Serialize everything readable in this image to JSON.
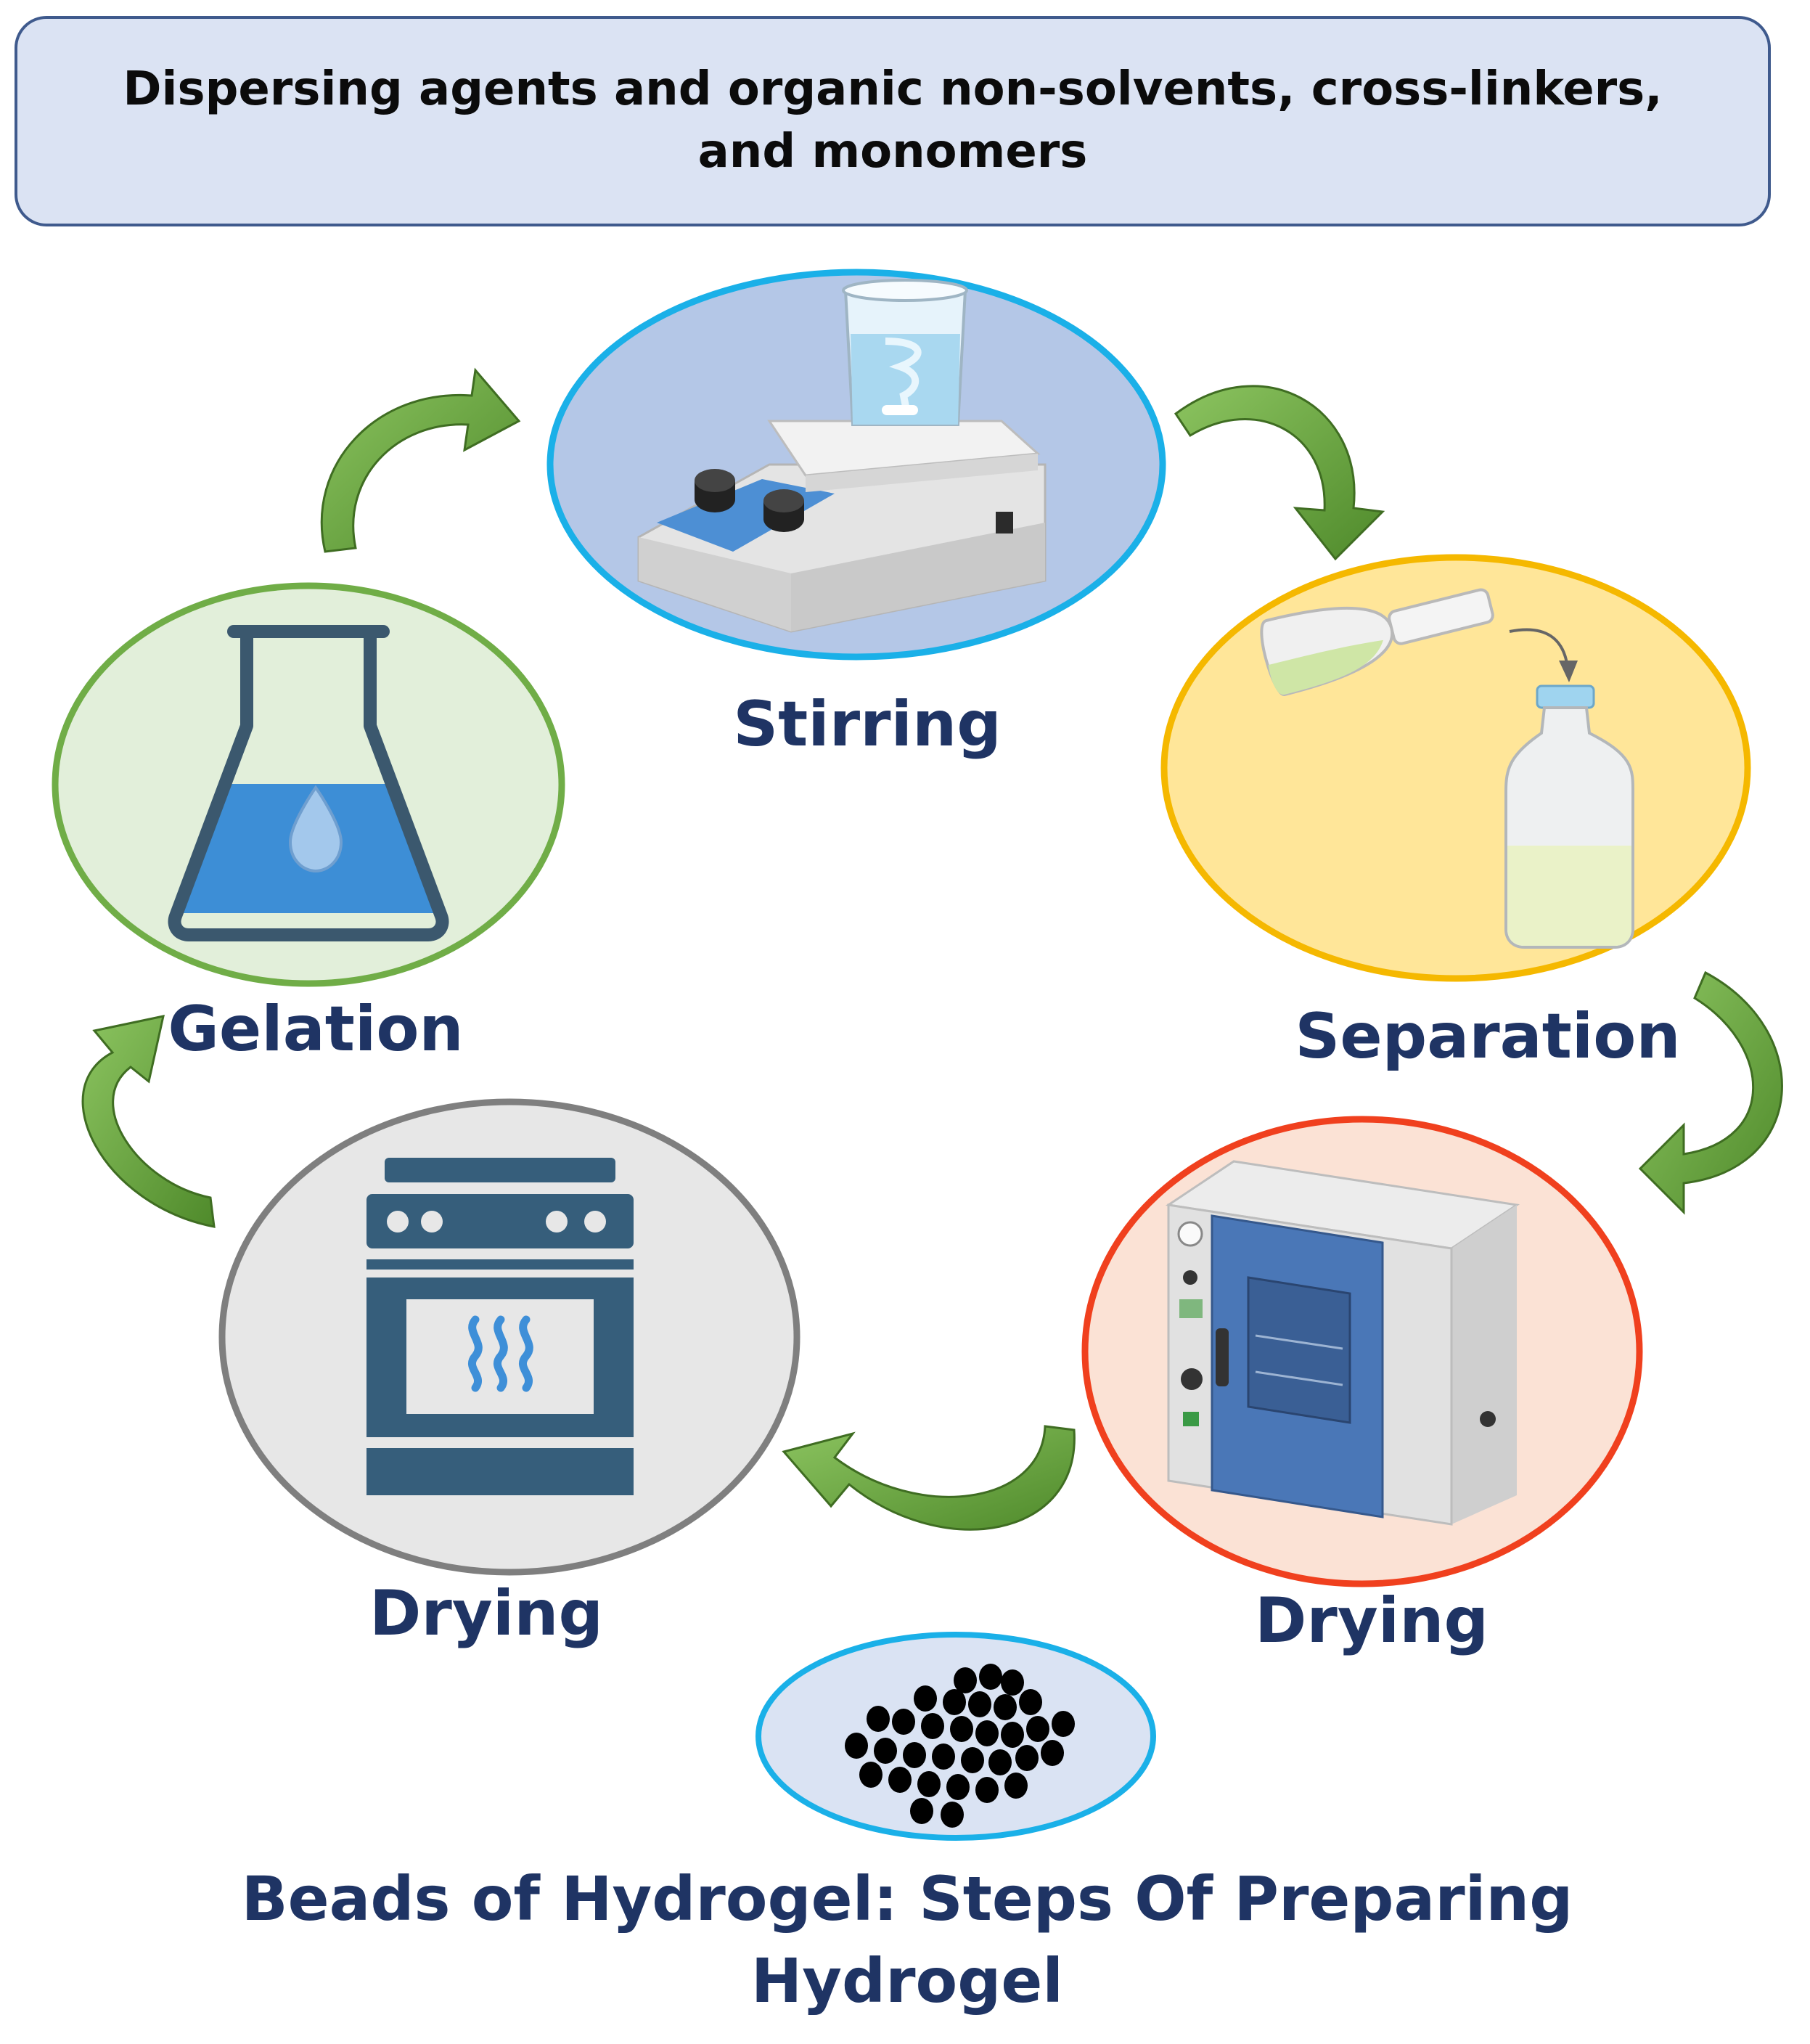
{
  "header": {
    "text": "Dispersing agents and organic non-solvents, cross-linkers, and monomers"
  },
  "stages": {
    "stirring": "Stirring",
    "separation": "Separation",
    "drying_oven": "Drying",
    "drying_stove": "Drying",
    "gelation": "Gelation"
  },
  "caption": "Beads of Hydrogel: Steps Of Preparing Hydrogel",
  "colors": {
    "label_text": "#1f3464",
    "arrow_green": "#6aa640",
    "stirring_fill": "#b4c7e7",
    "stirring_border": "#1ab0e8",
    "separation_fill": "#ffe699",
    "separation_border": "#f5b800",
    "drying_oven_fill": "#fbe2d5",
    "drying_oven_border": "#f0401e",
    "drying_stove_fill": "#e7e7e7",
    "drying_stove_border": "#7f7f7f",
    "gelation_fill": "#e2efda",
    "gelation_border": "#70ad47",
    "beads_fill": "#dae3f3",
    "beads_border": "#1ab0e8"
  },
  "icons": {
    "stirring": "magnetic-stirrer-icon",
    "separation": "flask-pour-bottle-icon",
    "drying_oven": "drying-oven-icon",
    "drying_stove": "stove-oven-icon",
    "gelation": "erlenmeyer-flask-drop-icon",
    "beads": "hydrogel-beads-icon",
    "arrow": "curved-arrow-icon"
  }
}
